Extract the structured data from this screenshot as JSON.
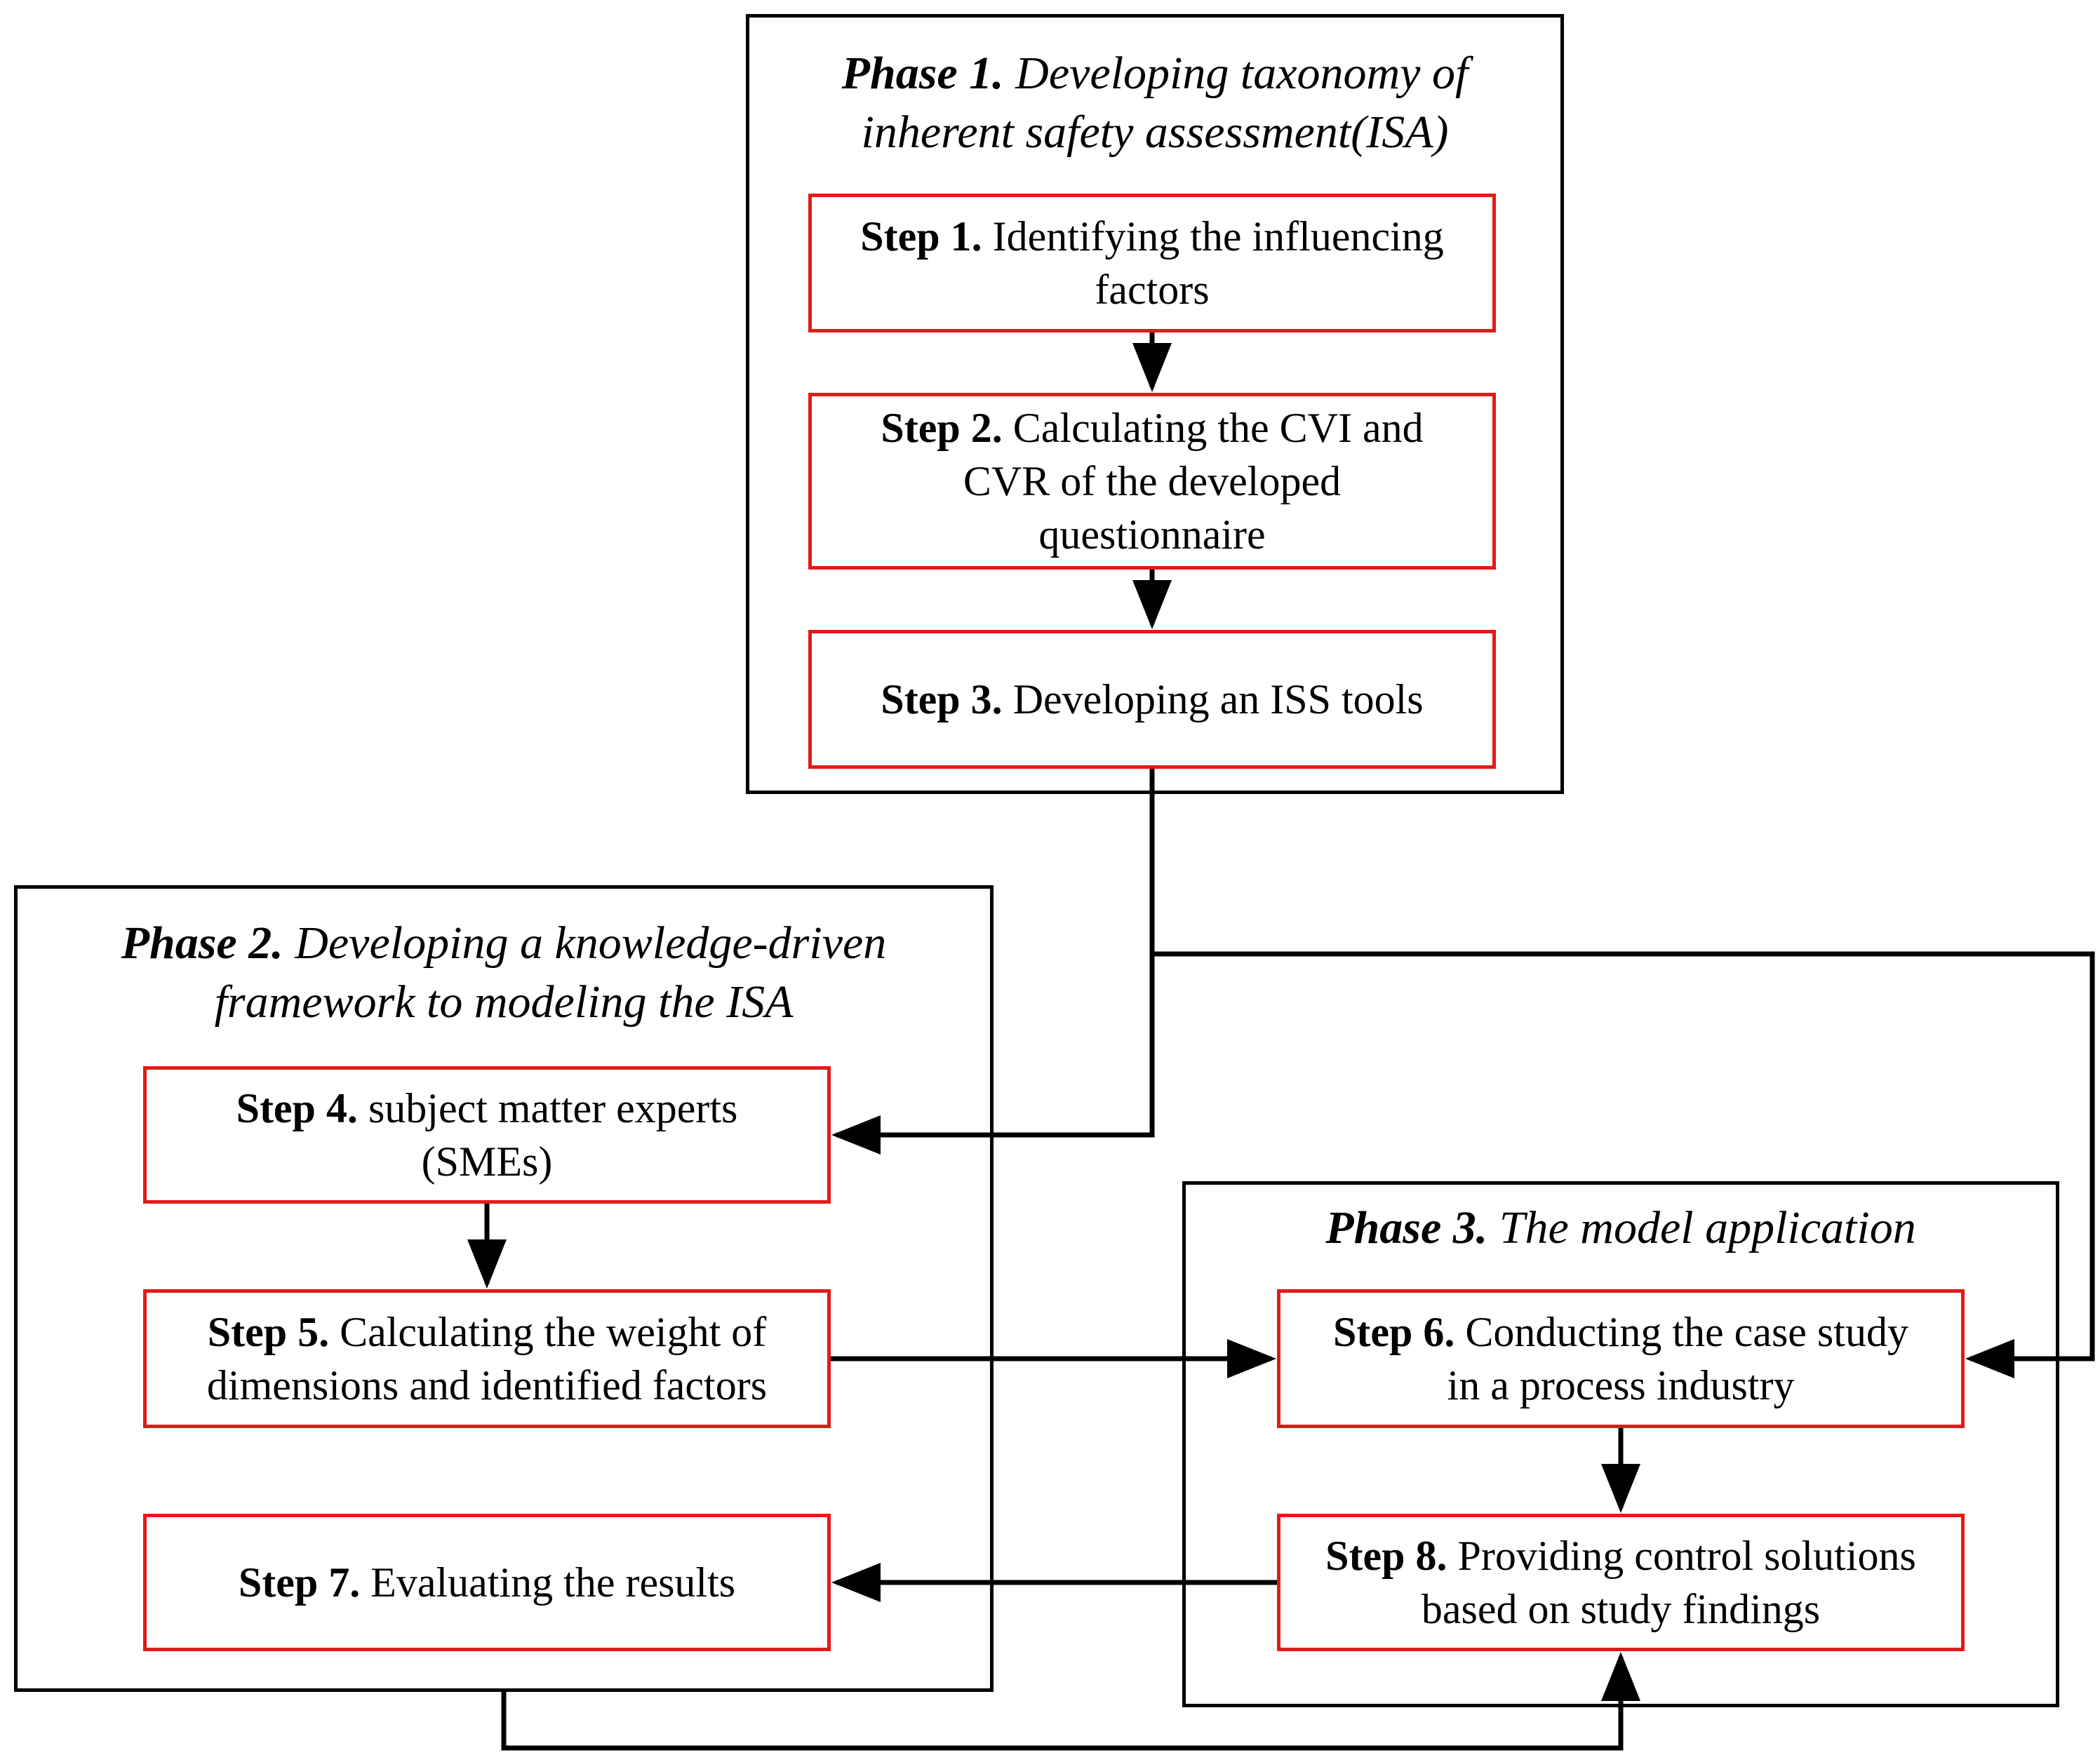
{
  "phases": [
    {
      "label": "Phase 1.",
      "title_line1": "Developing taxonomy of",
      "title_line2": "inherent safety assessment(ISA)"
    },
    {
      "label": "Phase 2.",
      "title_line1": "Developing a knowledge-driven",
      "title_line2": "framework to modeling the ISA"
    },
    {
      "label": "Phase 3.",
      "title_line1": "The model application"
    }
  ],
  "steps": [
    {
      "label": "Step 1.",
      "line1": "Identifying the influencing",
      "line2": "factors"
    },
    {
      "label": "Step 2.",
      "line1": "Calculating the CVI and",
      "line2": "CVR of the developed",
      "line3": "questionnaire"
    },
    {
      "label": "Step 3.",
      "line1": "Developing an ISS tools"
    },
    {
      "label": "Step 4.",
      "line1": "subject matter experts",
      "line2": "(SMEs)"
    },
    {
      "label": "Step 5.",
      "line1": "Calculating the weight of",
      "line2": "dimensions and identified factors"
    },
    {
      "label": "Step 6.",
      "line1": "Conducting the case study",
      "line2": "in a process industry"
    },
    {
      "label": "Step 7.",
      "line1": "Evaluating the results"
    },
    {
      "label": "Step 8.",
      "line1": "Providing control solutions",
      "line2": "based on study findings"
    }
  ],
  "colors": {
    "step_border": "#e21a1a",
    "phase_border": "#000000",
    "arrow": "#000000"
  }
}
